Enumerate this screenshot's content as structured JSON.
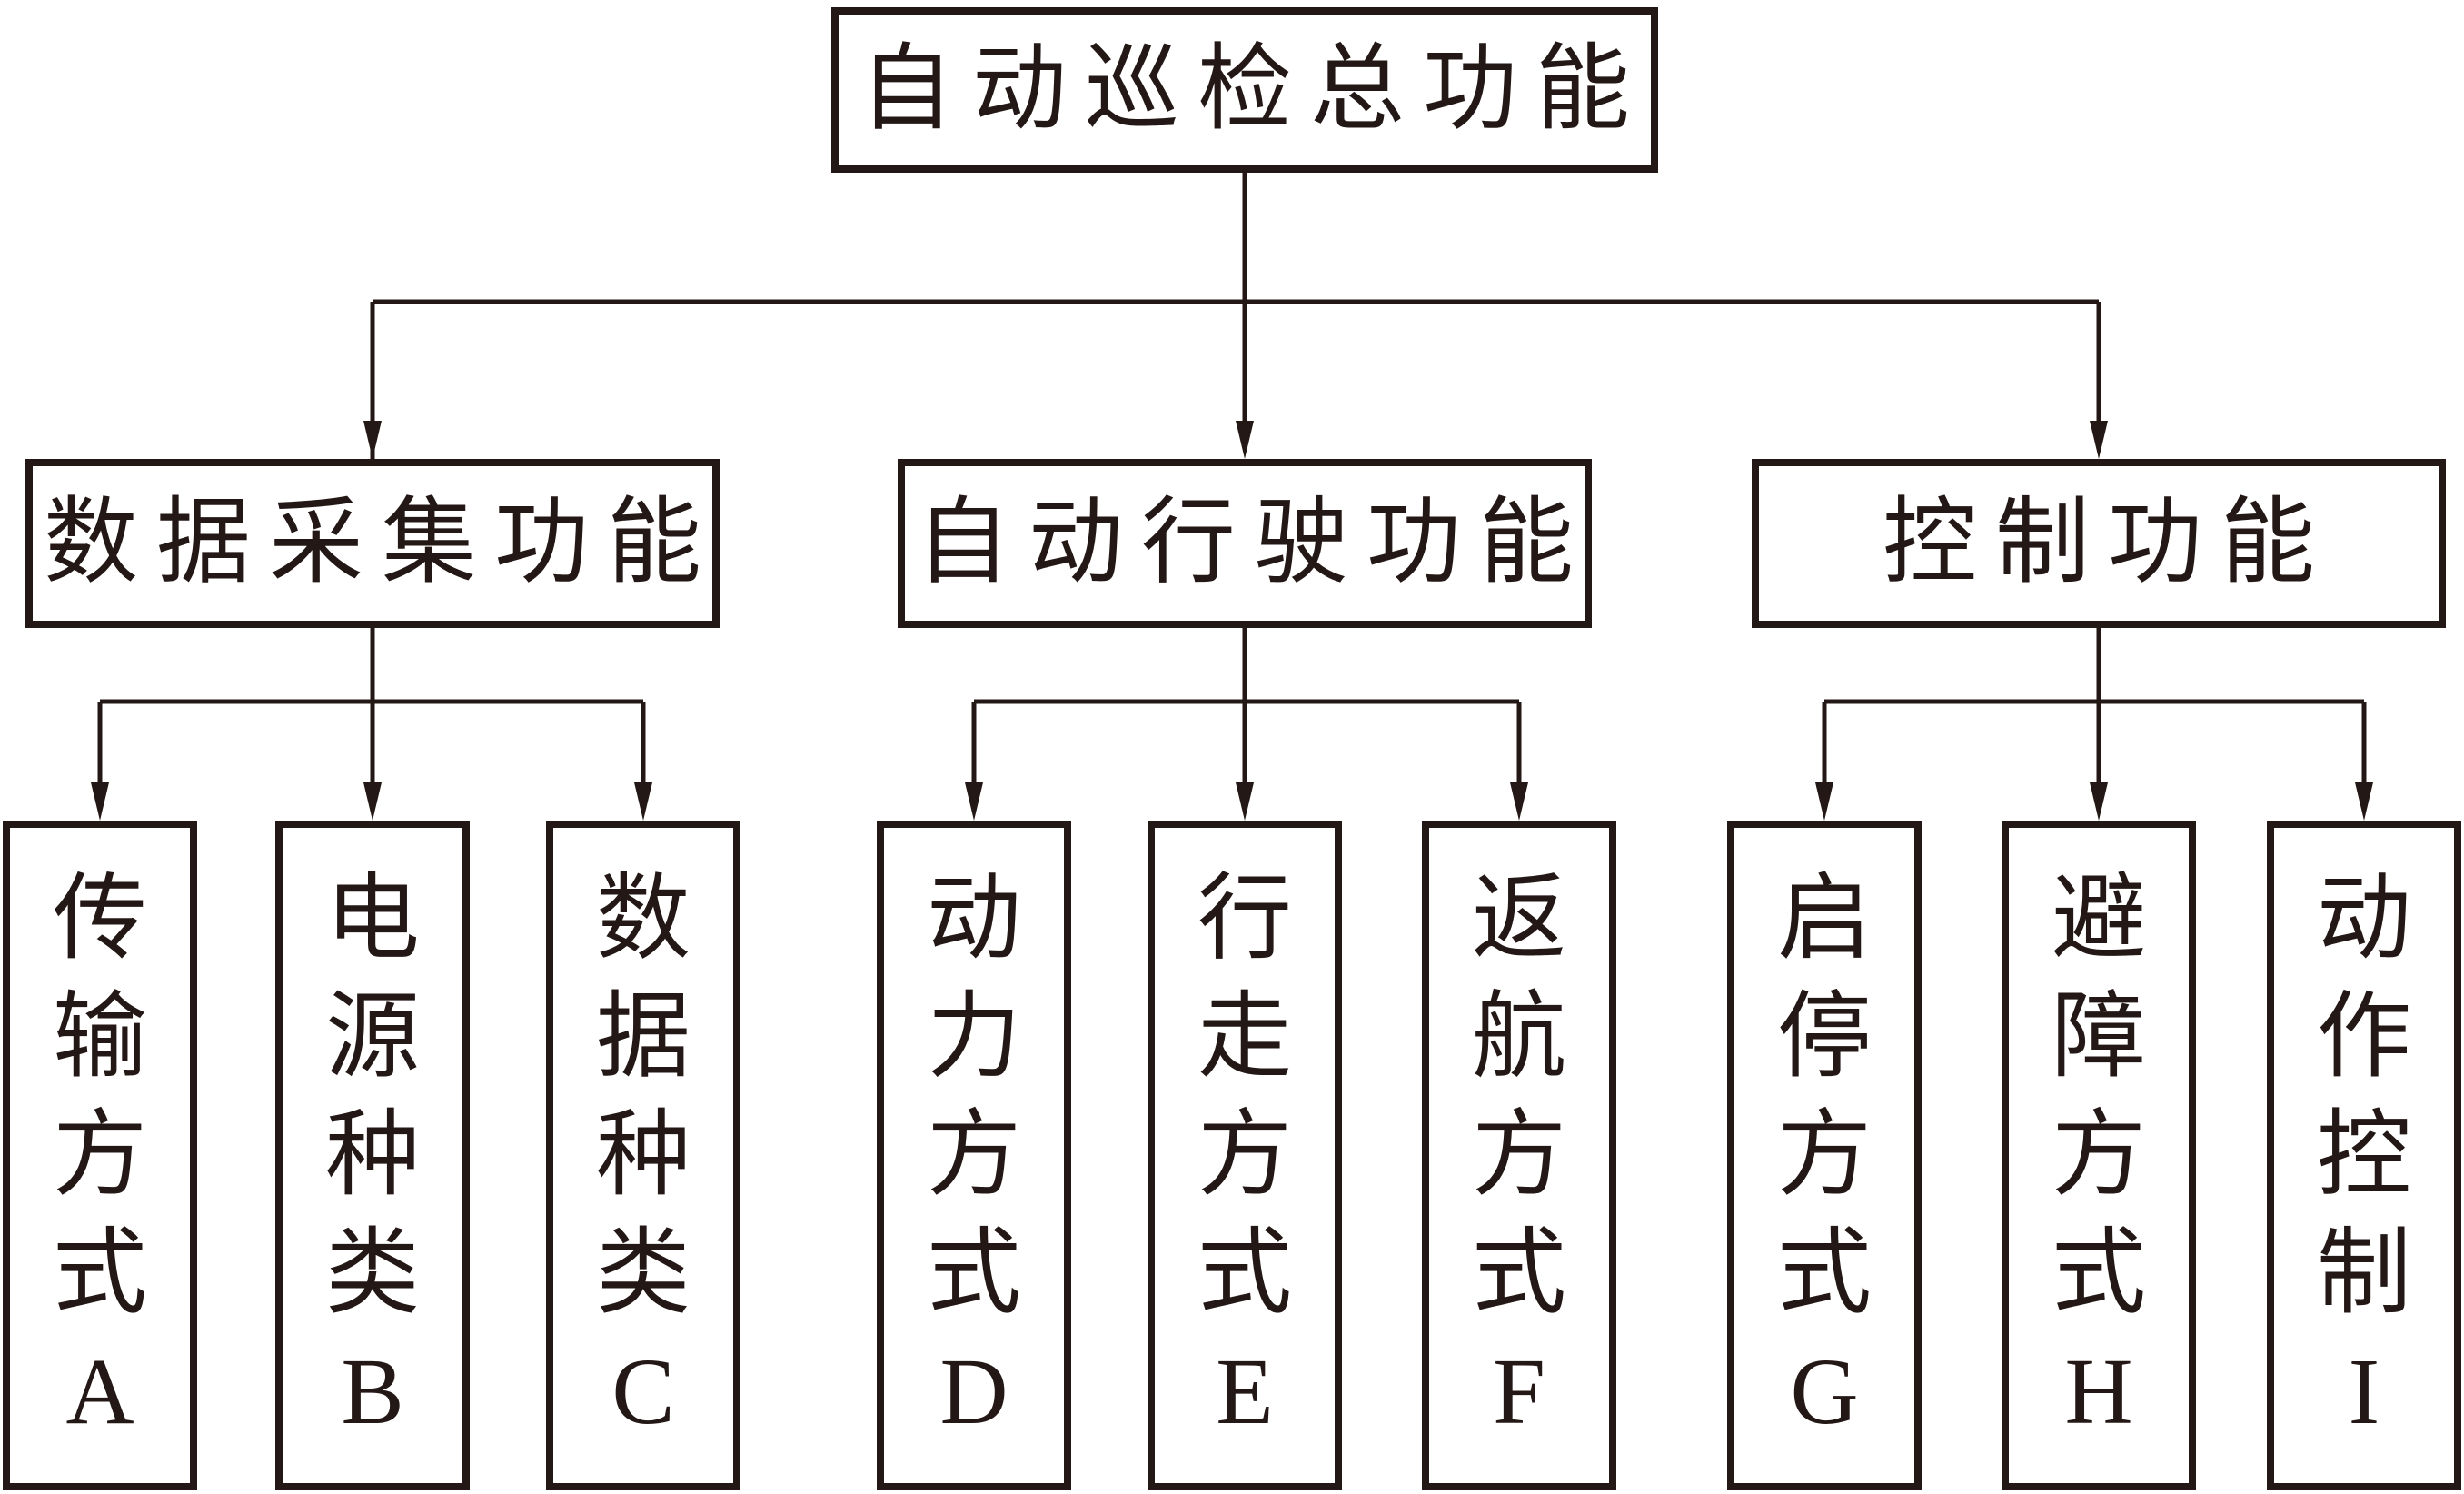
{
  "diagram": {
    "colors": {
      "line": "#231815",
      "background": "#ffffff"
    },
    "root": {
      "label": "自动巡检总功能"
    },
    "branches": [
      {
        "label": "数据采集功能",
        "children": [
          {
            "text": "传输方式A"
          },
          {
            "text": "电源种类B"
          },
          {
            "text": "数据种类C"
          }
        ]
      },
      {
        "label": "自动行驶功能",
        "children": [
          {
            "text": "动力方式D"
          },
          {
            "text": "行走方式E"
          },
          {
            "text": "返航方式F"
          }
        ]
      },
      {
        "label": "控制功能",
        "children": [
          {
            "text": "启停方式G"
          },
          {
            "text": "避障方式H"
          },
          {
            "text": "动作控制I"
          }
        ]
      }
    ]
  }
}
